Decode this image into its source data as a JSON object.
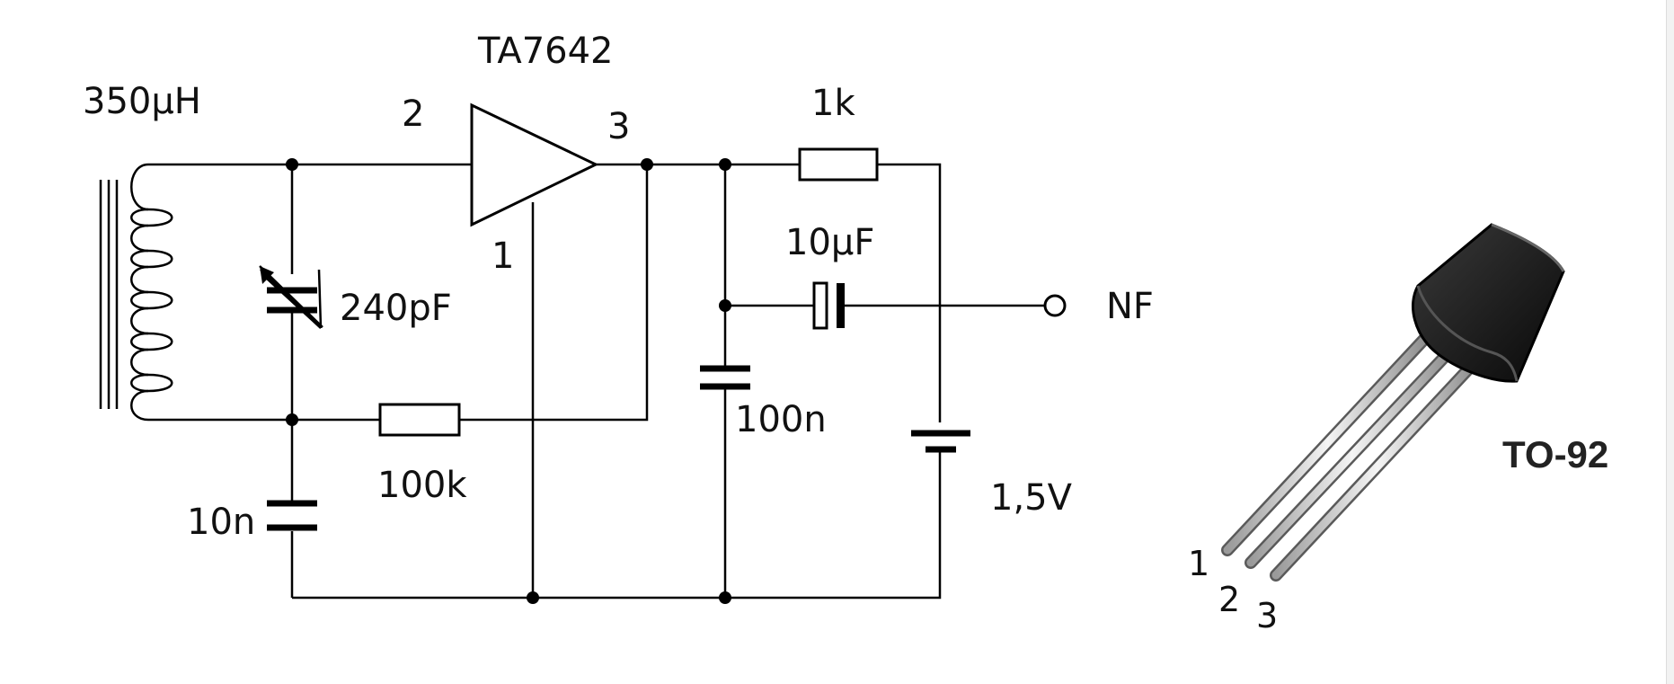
{
  "circuit": {
    "ic_name": "TA7642",
    "ic_pin_in": "2",
    "ic_pin_out": "3",
    "ic_pin_gnd": "1",
    "coil": "350µH",
    "trimmer": "240pF",
    "cap_bias": "10n",
    "res_feedback": "100k",
    "res_load": "1k",
    "cap_coupling": "10µF",
    "cap_filter": "100n",
    "output": "NF",
    "battery": "1,5V"
  },
  "package": {
    "name": "TO-92",
    "pin1": "1",
    "pin2": "2",
    "pin3": "3"
  },
  "colors": {
    "ink": "#000000",
    "background": "#ffffff"
  }
}
